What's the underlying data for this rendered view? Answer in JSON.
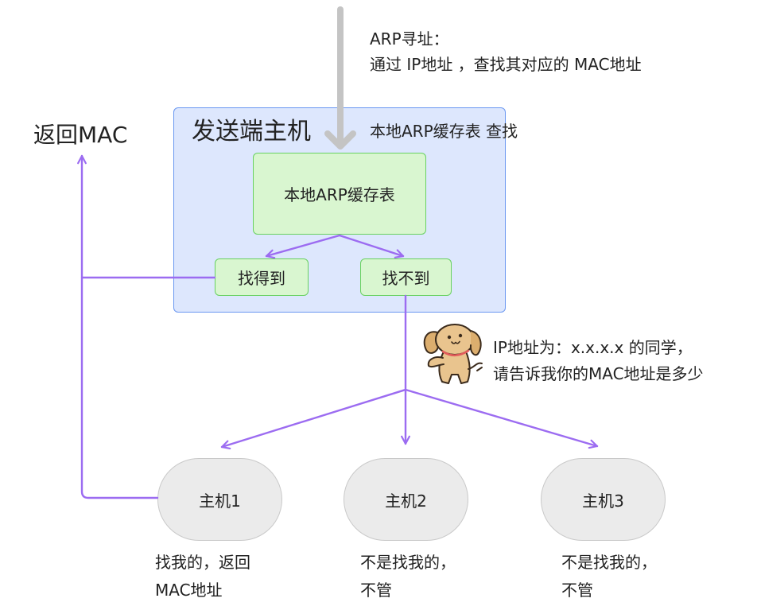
{
  "arp_note": {
    "line1": "ARP寻址：",
    "line2": "通过 IP地址 ，查找其对应的 MAC地址"
  },
  "return_mac_label": "返回MAC",
  "sender_host": {
    "title": "发送端主机",
    "lookup_note": "本地ARP缓存表 查找",
    "cache_table": "本地ARP缓存表",
    "found": "找得到",
    "not_found": "找不到"
  },
  "broadcast_note": {
    "line1": "IP地址为：x.x.x.x 的同学，",
    "line2": "请告诉我你的MAC地址是多少"
  },
  "hosts": [
    {
      "name": "主机1",
      "note_line1": "找我的，返回",
      "note_line2": "MAC地址"
    },
    {
      "name": "主机2",
      "note_line1": "不是找我的，",
      "note_line2": "不管"
    },
    {
      "name": "主机3",
      "note_line1": "不是找我的，",
      "note_line2": "不管"
    }
  ],
  "icons": {
    "mascot": "dog-mascot-icon"
  },
  "colors": {
    "connector": "#9c6cf1",
    "query_arrow": "#c4c4c4",
    "sender_fill": "#dde7fd",
    "sender_border": "#6b98f1",
    "cache_fill": "#d9f6d0",
    "cache_border": "#68d160",
    "host_fill": "#ebebeb",
    "host_border": "#c9c9c9",
    "text": "#222222"
  }
}
